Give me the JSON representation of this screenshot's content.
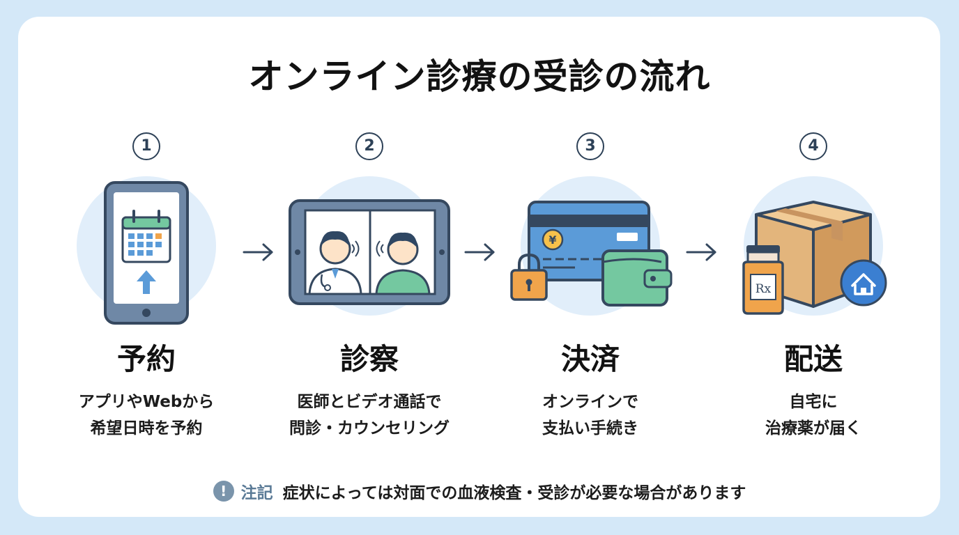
{
  "title": "オンライン診療の受診の流れ",
  "steps": [
    {
      "number": "1",
      "name": "予約",
      "desc": [
        "アプリやWebから",
        "希望日時を予約"
      ]
    },
    {
      "number": "2",
      "name": "診察",
      "desc": [
        "医師とビデオ通話で",
        "問診・カウンセリング"
      ]
    },
    {
      "number": "3",
      "name": "決済",
      "desc": [
        "オンラインで",
        "支払い手続き"
      ]
    },
    {
      "number": "4",
      "name": "配送",
      "desc": [
        "自宅に",
        "治療薬が届く"
      ]
    }
  ],
  "icons": {
    "step1": "smartphone-calendar-icon",
    "step2": "tablet-video-call-icon",
    "step3": "card-wallet-lock-icon",
    "step4": "package-medicine-home-icon",
    "arrow": "arrow-right-icon",
    "note": "exclamation-icon"
  },
  "illustration_labels": {
    "yen": "¥",
    "rx": "Rx"
  },
  "note": {
    "icon": "!",
    "label": "注記",
    "text": "症状によっては対面での血液検査・受診が必要な場合があります"
  },
  "colors": {
    "background": "#d4e8f8",
    "circle": "#e1eefa",
    "outline": "#35485f",
    "blue": "#5b9bd8",
    "green": "#74c8a0",
    "orange": "#f0a44b",
    "box": "#e3b57c"
  }
}
